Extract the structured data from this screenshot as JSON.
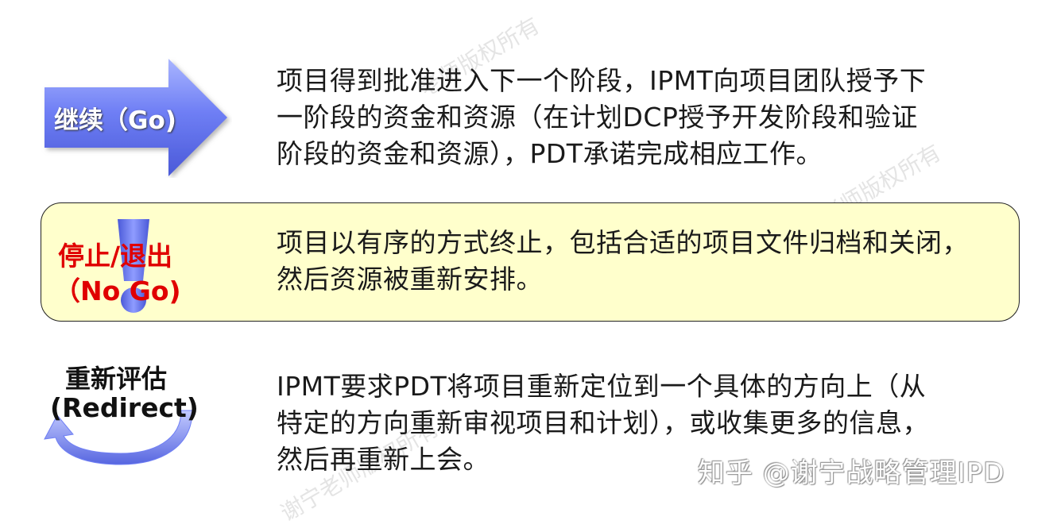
{
  "rows": {
    "go": {
      "label": "继续（Go)",
      "lines": [
        "项目得到批准进入下一个阶段，IPMT向项目团队授予下",
        "一阶段的资金和资源（在计划DCP授予开发阶段和验证",
        "阶段的资金和资源），PDT承诺完成相应工作。"
      ]
    },
    "nogo": {
      "label_line1": "停止/退出",
      "label_line2": "（No Go)",
      "lines": [
        "项目以有序的方式终止，包括合适的项目文件归档和关闭，",
        "然后资源被重新安排。"
      ]
    },
    "redirect": {
      "label_line1": "重新评估",
      "label_line2": "(Redirect)",
      "lines": [
        "IPMT要求PDT将项目重新定位到一个具体的方向上（从",
        "特定的方向重新审视项目和计划），或收集更多的信息，",
        "然后再重新上会。"
      ]
    }
  },
  "watermarks": [
    "老师版权所有",
    "老师版权所有",
    "谢宁老师版权所有"
  ],
  "footer": {
    "zhihu_watermark": "知乎 @谢宁战略管理IPD"
  },
  "colors": {
    "arrow_blue": "#6f7ff5",
    "panel_fill": "#ffffcc",
    "nogo_red": "#e00000"
  },
  "icons": {
    "go": "right-arrow-icon",
    "nogo": "exclamation-icon",
    "redirect": "circular-arrow-icon"
  }
}
